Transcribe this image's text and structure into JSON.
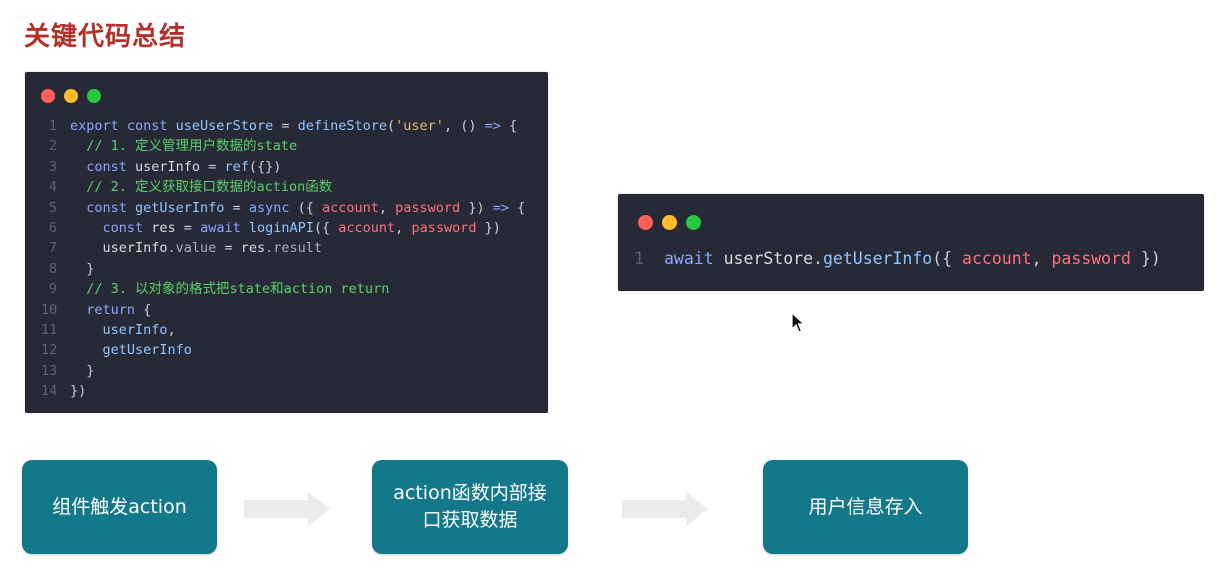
{
  "slide": {
    "title": "关键代码总结"
  },
  "window_dots": {
    "red": "#ff5f57",
    "yellow": "#febc2e",
    "green": "#28c840"
  },
  "code_block_1": {
    "lines": [
      [
        [
          "export const ",
          "kw"
        ],
        [
          "useUserStore",
          "fn"
        ],
        [
          " = ",
          "plain"
        ],
        [
          "defineStore",
          "fn"
        ],
        [
          "(",
          "plain"
        ],
        [
          "'user'",
          "str"
        ],
        [
          ", () ",
          "plain"
        ],
        [
          "=>",
          "kw"
        ],
        [
          " {",
          "plain"
        ]
      ],
      [
        [
          "  // 1. 定义管理用户数据的state",
          "cm"
        ]
      ],
      [
        [
          "  const ",
          "kw"
        ],
        [
          "userInfo",
          "var"
        ],
        [
          " = ",
          "plain"
        ],
        [
          "ref",
          "fn"
        ],
        [
          "({})",
          "plain"
        ]
      ],
      [
        [
          "  // 2. 定义获取接口数据的action函数",
          "cm"
        ]
      ],
      [
        [
          "  const ",
          "kw"
        ],
        [
          "getUserInfo",
          "fn"
        ],
        [
          " = ",
          "plain"
        ],
        [
          "async",
          "kw"
        ],
        [
          " ({ ",
          "plain"
        ],
        [
          "account",
          "param"
        ],
        [
          ", ",
          "plain"
        ],
        [
          "password",
          "param"
        ],
        [
          " }) ",
          "plain"
        ],
        [
          "=>",
          "kw"
        ],
        [
          " {",
          "plain"
        ]
      ],
      [
        [
          "    const ",
          "kw"
        ],
        [
          "res",
          "var"
        ],
        [
          " = ",
          "plain"
        ],
        [
          "await ",
          "kw"
        ],
        [
          "loginAPI",
          "fn"
        ],
        [
          "({ ",
          "plain"
        ],
        [
          "account",
          "param"
        ],
        [
          ", ",
          "plain"
        ],
        [
          "password",
          "param"
        ],
        [
          " })",
          "plain"
        ]
      ],
      [
        [
          "    userInfo",
          "var"
        ],
        [
          ".value",
          "prop"
        ],
        [
          " = ",
          "plain"
        ],
        [
          "res",
          "var"
        ],
        [
          ".result",
          "prop"
        ]
      ],
      [
        [
          "  }",
          "plain"
        ]
      ],
      [
        [
          "  // 3. 以对象的格式把state和action return",
          "cm"
        ]
      ],
      [
        [
          "  return",
          "kw"
        ],
        [
          " {",
          "plain"
        ]
      ],
      [
        [
          "    userInfo",
          "fn"
        ],
        [
          ",",
          "plain"
        ]
      ],
      [
        [
          "    getUserInfo",
          "fn"
        ]
      ],
      [
        [
          "  }",
          "plain"
        ]
      ],
      [
        [
          "})",
          "plain"
        ]
      ]
    ]
  },
  "code_block_2": {
    "lines": [
      [
        [
          "await ",
          "kw"
        ],
        [
          "userStore",
          "var"
        ],
        [
          ".",
          "plain"
        ],
        [
          "getUserInfo",
          "fn"
        ],
        [
          "({ ",
          "plain"
        ],
        [
          "account",
          "param"
        ],
        [
          ", ",
          "plain"
        ],
        [
          "password",
          "param"
        ],
        [
          " })",
          "plain"
        ]
      ]
    ]
  },
  "flow": {
    "step1": "组件触发action",
    "step2": "action函数内部接口获取数据",
    "step3": "用户信息存入"
  },
  "colors": {
    "title": "#b3302b",
    "flow_box": "#13788a",
    "code_bg": "#272a36",
    "arrow": "#ebebeb"
  }
}
